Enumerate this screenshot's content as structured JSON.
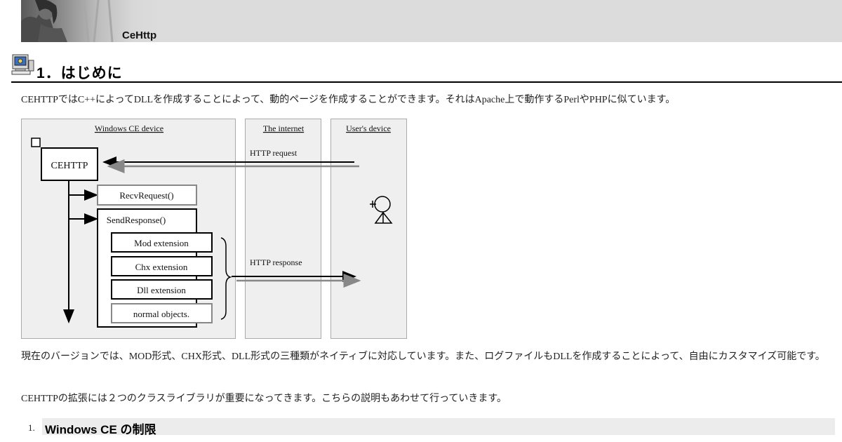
{
  "header": {
    "brand": "CeHttp",
    "photo_icon": "portrait-photo"
  },
  "section": {
    "icon": "computer-icon",
    "title": "1．はじめに"
  },
  "intro": "CEHTTPではC++によってDLLを作成することによって、動的ページを作成することができます。それはApache上で動作するPerlやPHPに似ています。",
  "diagram": {
    "panels": {
      "device": "Windows CE device",
      "internet": "The internet",
      "user": "User's device"
    },
    "cehttp": "CEHTTP",
    "recv": "RecvRequest()",
    "send": "SendResponse()",
    "extensions": [
      "Mod extension",
      "Chx extension",
      "Dll extension",
      "normal objects."
    ],
    "http_request": "HTTP request",
    "http_response": "HTTP response"
  },
  "paragraph2": "現在のバージョンでは、MOD形式、CHX形式、DLL形式の三種類がネイティブに対応しています。また、ログファイルもDLLを作成することによって、自由にカスタマイズ可能です。",
  "paragraph3": "CEHTTPの拡張には２つのクラスライブラリが重要になってきます。こちらの説明もあわせて行っていきます。",
  "toc": {
    "number": "1.",
    "title": "Windows CE の制限"
  }
}
